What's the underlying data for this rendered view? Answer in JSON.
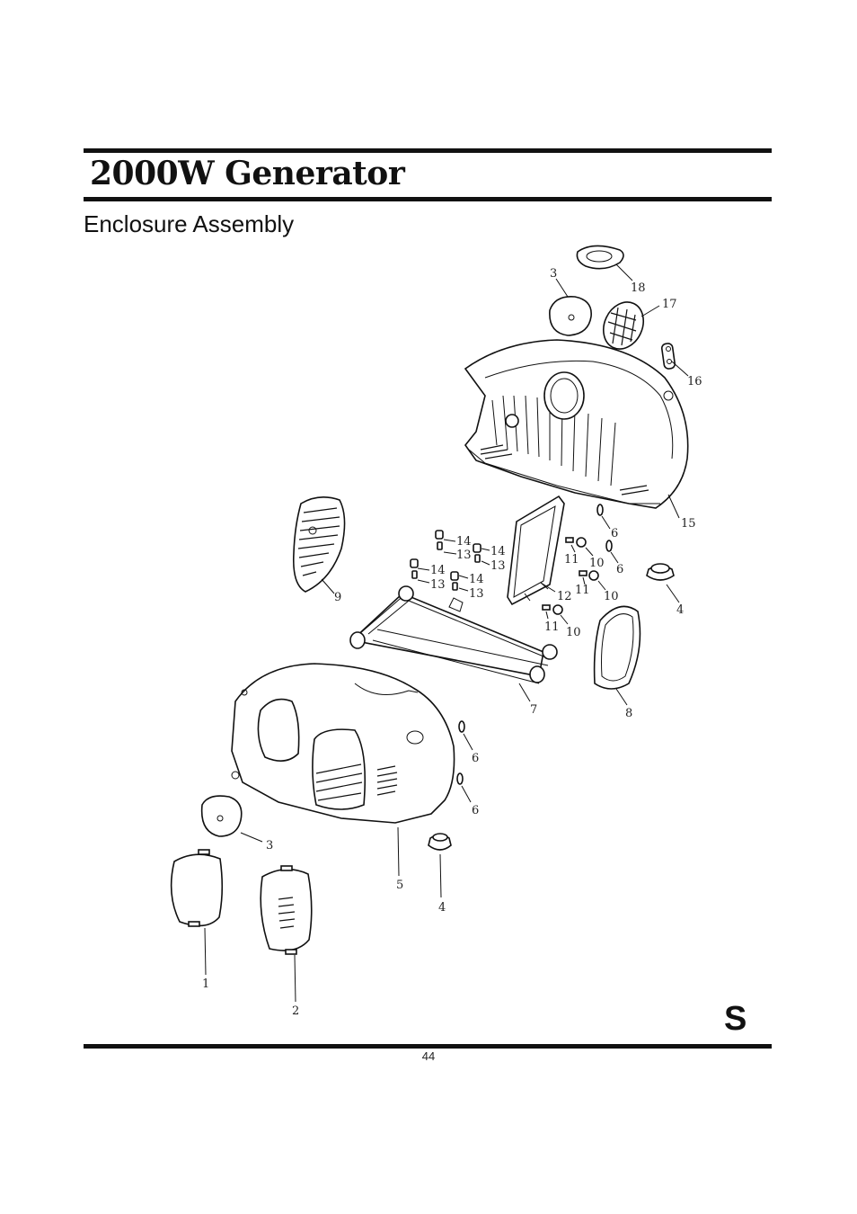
{
  "header": {
    "title": "2000W Generator",
    "subtitle": "Enclosure Assembly"
  },
  "diagram": {
    "callouts": {
      "c1": "1",
      "c2": "2",
      "c3a": "3",
      "c3b": "3",
      "c4a": "4",
      "c4b": "4",
      "c5": "5",
      "c6a": "6",
      "c6b": "6",
      "c6c": "6",
      "c6d": "6",
      "c7": "7",
      "c8": "8",
      "c9": "9",
      "c10a": "10",
      "c10b": "10",
      "c10c": "10",
      "c11a": "11",
      "c11b": "11",
      "c11c": "11",
      "c12": "12",
      "c13a": "13",
      "c13b": "13",
      "c13c": "13",
      "c13d": "13",
      "c14a": "14",
      "c14b": "14",
      "c14c": "14",
      "c14d": "14",
      "c15": "15",
      "c16": "16",
      "c17": "17",
      "c18": "18"
    }
  },
  "footer": {
    "section_letter": "S",
    "page_number": "44"
  }
}
